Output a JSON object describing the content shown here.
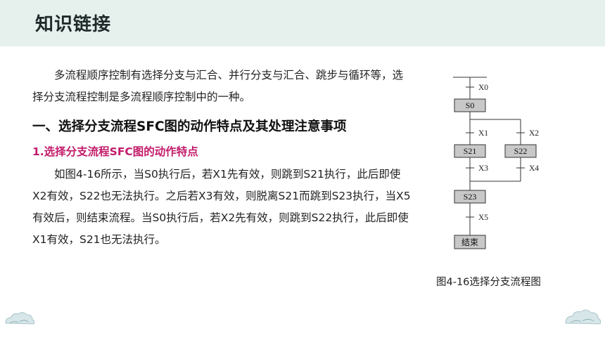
{
  "header": {
    "title": "知识链接"
  },
  "content": {
    "paragraph_1": "多流程顺序控制有选择分支与汇合、并行分支与汇合、跳步与循环等，选择分支流程控制是多流程顺序控制中的一种。",
    "heading_1": "一、选择分支流程SFC图的动作特点及其处理注意事项",
    "heading_2": "1.选择分支流程SFC图的动作特点",
    "paragraph_2": "如图4-16所示，当S0执行后，若X1先有效，则跳到S21执行，此后即使X2有效，S22也无法执行。之后若X3有效，则脱离S21而跳到S23执行，当X5有效后，则结束流程。当S0执行后，若X2先有效，则跳到S22执行，此后即使X1有效，S21也无法执行。"
  },
  "diagram": {
    "steps": {
      "s0": "S0",
      "s21": "S21",
      "s22": "S22",
      "s23": "S23",
      "end": "结束"
    },
    "transitions": {
      "x0": "X0",
      "x1": "X1",
      "x2": "X2",
      "x3": "X3",
      "x4": "X4",
      "x5": "X5"
    },
    "caption": "图4-16选择分支流程图",
    "colors": {
      "step_fill": "#c8c8c8",
      "line": "#333333"
    }
  }
}
